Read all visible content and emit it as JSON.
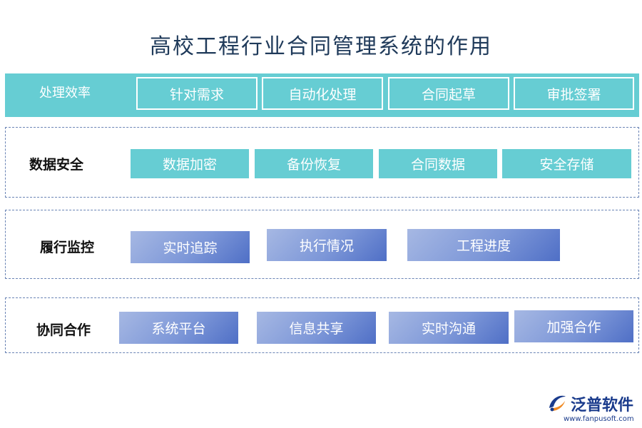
{
  "title": "高校工程行业合同管理系统的作用",
  "rows": [
    {
      "label": "处理效率",
      "items": [
        "针对需求",
        "自动化处理",
        "合同起草",
        "审批签署"
      ]
    },
    {
      "label": "数据安全",
      "items": [
        "数据加密",
        "备份恢复",
        "合同数据",
        "安全存储"
      ]
    },
    {
      "label": "履行监控",
      "items": [
        "实时追踪",
        "执行情况",
        "工程进度"
      ]
    },
    {
      "label": "协同合作",
      "items": [
        "系统平台",
        "信息共享",
        "实时沟通",
        "加强合作"
      ]
    }
  ],
  "logo": {
    "name": "泛普软件",
    "url": "www.fanpusoft.com"
  },
  "colors": {
    "teal": "#66cdd3",
    "blue_dark": "#4f6fc6",
    "blue_light": "#a6b8e3",
    "dash": "#6a84b5",
    "title": "#1f3a5a"
  }
}
